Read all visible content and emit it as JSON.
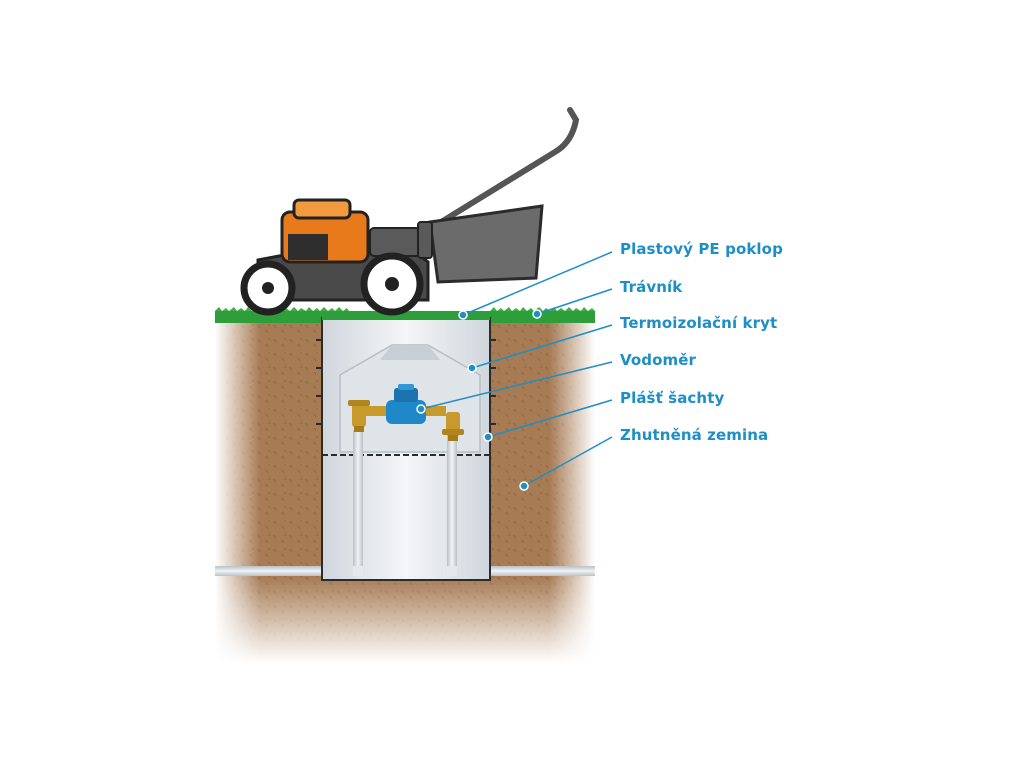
{
  "diagram": {
    "labels": [
      {
        "id": "cover",
        "text": "Plastový PE poklop"
      },
      {
        "id": "lawn",
        "text": "Trávník"
      },
      {
        "id": "insulation",
        "text": "Termoizolační kryt"
      },
      {
        "id": "meter",
        "text": "Vodoměr"
      },
      {
        "id": "shell",
        "text": "Plášť šachty"
      },
      {
        "id": "soil",
        "text": "Zhutněná zemina"
      }
    ],
    "colors": {
      "label_text": "#1d8ec6",
      "leader_line": "#1d8ec6",
      "grass": "#2e9e3a",
      "soil": "#a77b54",
      "shaft": "#e8ecef",
      "mower_body": "#e87a1c",
      "mower_dark": "#3a3a3a",
      "meter": "#1f88c9",
      "brass": "#c89a2b"
    },
    "icons": [
      "lawn-mower-icon",
      "water-meter-icon"
    ]
  }
}
